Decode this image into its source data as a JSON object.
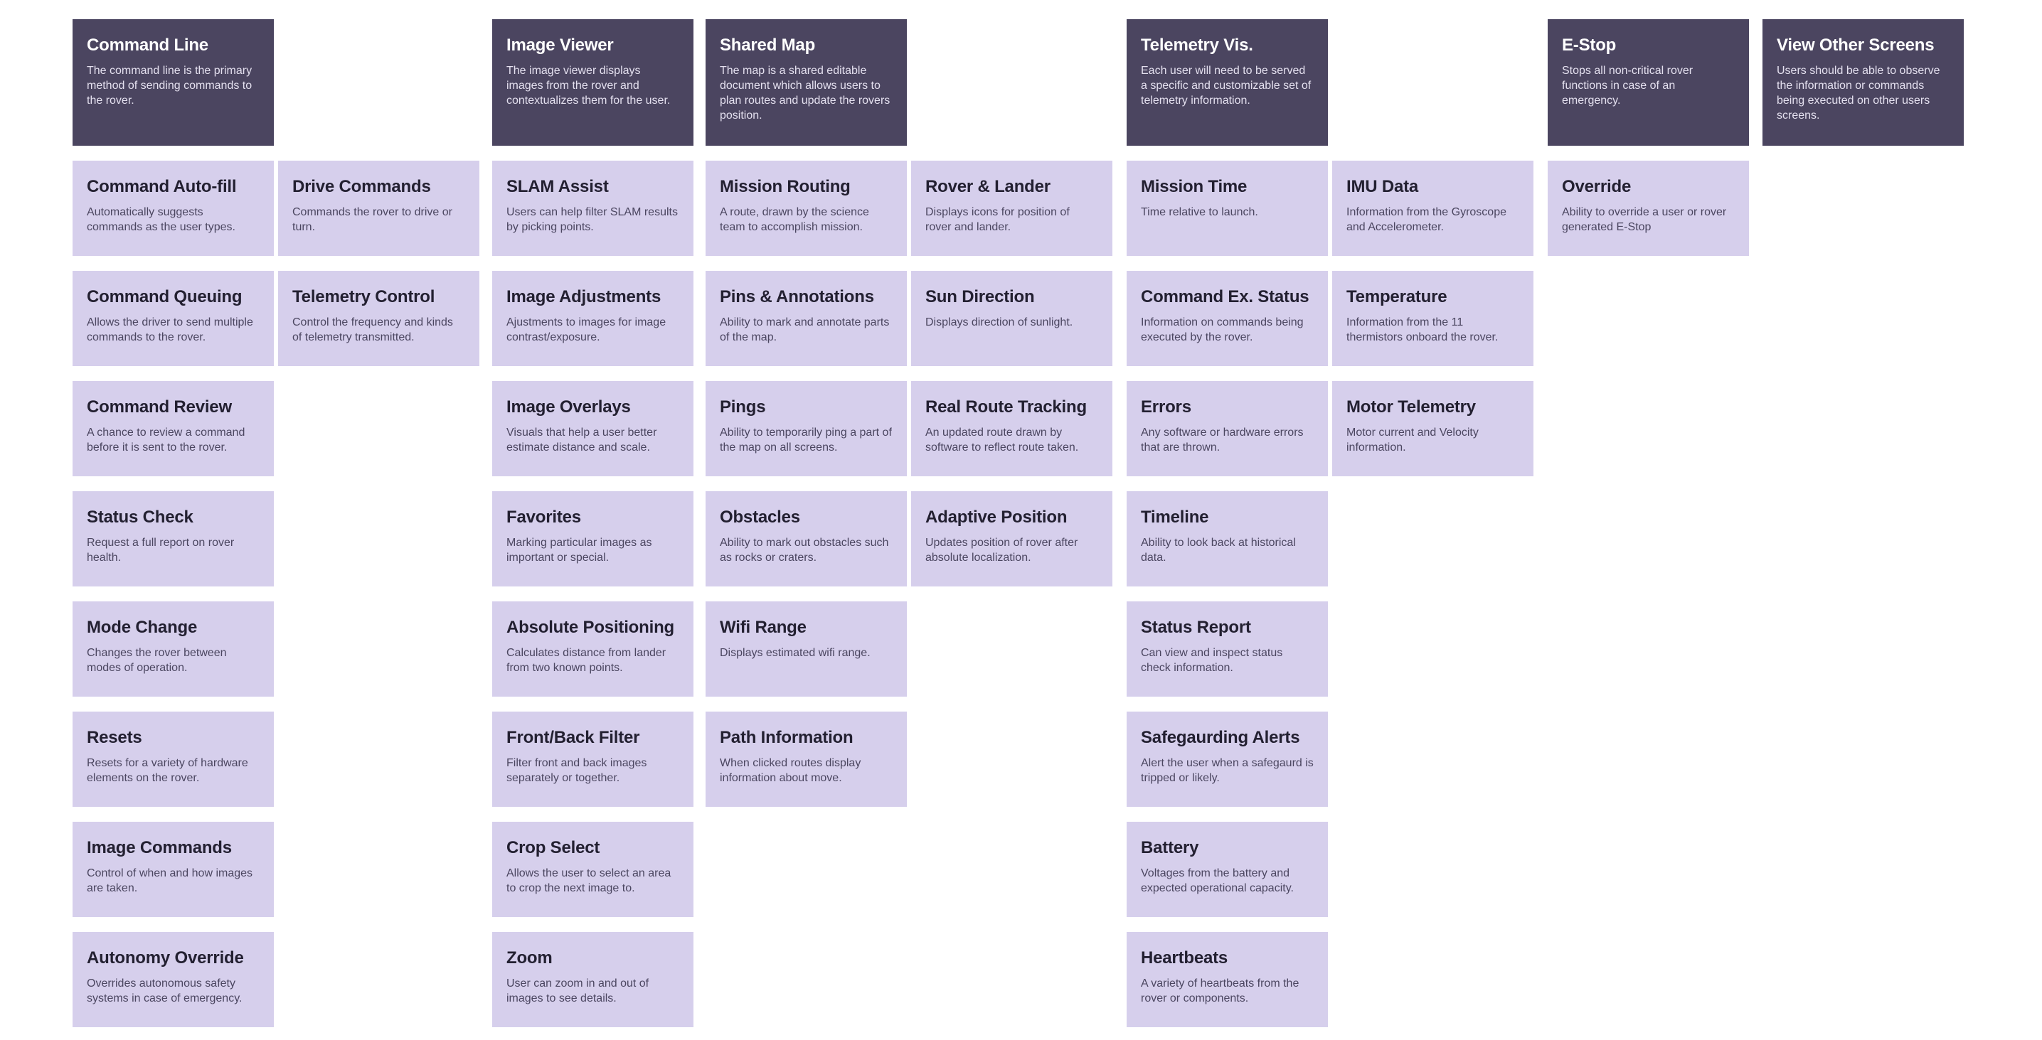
{
  "colors": {
    "header": "#4b4560",
    "feature": "#d6cfec",
    "background": "#ffffff"
  },
  "columns": [
    {
      "header": {
        "title": "Command Line",
        "desc": "The command line is the primary method of sending commands to the rover."
      },
      "features": [
        {
          "title": "Command Auto-fill",
          "desc": "Automatically suggests commands as the user types."
        },
        {
          "title": "Command Queuing",
          "desc": "Allows the driver to send multiple commands to the rover."
        },
        {
          "title": "Command Review",
          "desc": "A chance to review a command before it is sent to the rover."
        },
        {
          "title": "Status Check",
          "desc": "Request a full report on rover health."
        },
        {
          "title": "Mode Change",
          "desc": "Changes the rover between modes of operation."
        },
        {
          "title": "Resets",
          "desc": "Resets for a variety of hardware elements on the rover."
        },
        {
          "title": "Image Commands",
          "desc": "Control of when and how images are taken."
        },
        {
          "title": "Autonomy Override",
          "desc": "Overrides autonomous safety systems in case of emergency."
        }
      ]
    },
    {
      "header": null,
      "features": [
        {
          "title": "Drive Commands",
          "desc": "Commands the rover to drive or turn."
        },
        {
          "title": "Telemetry Control",
          "desc": "Control the frequency and kinds of telemetry transmitted."
        }
      ]
    },
    {
      "header": {
        "title": "Image Viewer",
        "desc": "The image viewer displays images from the rover and contextualizes them for the user."
      },
      "features": [
        {
          "title": "SLAM Assist",
          "desc": "Users can help filter SLAM results by picking points."
        },
        {
          "title": "Image Adjustments",
          "desc": "Ajustments to images for image contrast/exposure."
        },
        {
          "title": "Image Overlays",
          "desc": "Visuals that help a user better estimate distance and scale."
        },
        {
          "title": "Favorites",
          "desc": "Marking particular images as important or special."
        },
        {
          "title": "Absolute Positioning",
          "desc": "Calculates distance from lander from two known points."
        },
        {
          "title": "Front/Back Filter",
          "desc": "Filter front and back images separately or together."
        },
        {
          "title": "Crop Select",
          "desc": "Allows the user to select an area to crop the next image to."
        },
        {
          "title": "Zoom",
          "desc": "User can zoom in and out of images to see details."
        }
      ]
    },
    {
      "header": {
        "title": "Shared Map",
        "desc": "The map is a shared editable document which allows users to plan routes and update the rovers position."
      },
      "features": [
        {
          "title": "Mission Routing",
          "desc": "A route, drawn by the science team to accomplish mission."
        },
        {
          "title": "Pins & Annotations",
          "desc": "Ability to mark and annotate parts of the map."
        },
        {
          "title": "Pings",
          "desc": "Ability to temporarily ping a part of the map on all screens."
        },
        {
          "title": "Obstacles",
          "desc": "Ability to mark out obstacles such as rocks or craters."
        },
        {
          "title": "Wifi Range",
          "desc": "Displays estimated wifi range."
        },
        {
          "title": "Path Information",
          "desc": "When clicked routes display information about move."
        }
      ]
    },
    {
      "header": null,
      "features": [
        {
          "title": "Rover & Lander",
          "desc": "Displays icons for position of rover and lander."
        },
        {
          "title": "Sun Direction",
          "desc": "Displays direction of sunlight."
        },
        {
          "title": "Real Route Tracking",
          "desc": "An updated route drawn by software to reflect route taken."
        },
        {
          "title": "Adaptive Position",
          "desc": "Updates position of rover after absolute localization."
        }
      ]
    },
    {
      "header": {
        "title": "Telemetry Vis.",
        "desc": "Each user will need to be served a specific and customizable set of telemetry information."
      },
      "features": [
        {
          "title": "Mission Time",
          "desc": "Time relative to launch."
        },
        {
          "title": "Command Ex. Status",
          "desc": "Information on commands being executed by the rover."
        },
        {
          "title": "Errors",
          "desc": "Any software or hardware errors that are thrown."
        },
        {
          "title": "Timeline",
          "desc": "Ability to look back at historical data."
        },
        {
          "title": "Status Report",
          "desc": "Can view and inspect status check information."
        },
        {
          "title": "Safegaurding Alerts",
          "desc": "Alert the user when a safegaurd is tripped or likely."
        },
        {
          "title": "Battery",
          "desc": "Voltages from the battery and expected operational capacity."
        },
        {
          "title": "Heartbeats",
          "desc": "A variety of heartbeats from the rover or components."
        }
      ]
    },
    {
      "header": null,
      "features": [
        {
          "title": "IMU Data",
          "desc": "Information from the Gyroscope and Accelerometer."
        },
        {
          "title": "Temperature",
          "desc": "Information from the 11 thermistors onboard the rover."
        },
        {
          "title": "Motor Telemetry",
          "desc": "Motor current and Velocity information."
        }
      ]
    },
    {
      "header": {
        "title": "E-Stop",
        "desc": "Stops all non-critical rover functions in case of an emergency."
      },
      "features": [
        {
          "title": "Override",
          "desc": "Ability to override a user or rover generated E-Stop"
        }
      ]
    },
    {
      "header": {
        "title": "View Other Screens",
        "desc": "Users should be able to observe the information or commands being executed on other users screens."
      },
      "features": []
    }
  ]
}
